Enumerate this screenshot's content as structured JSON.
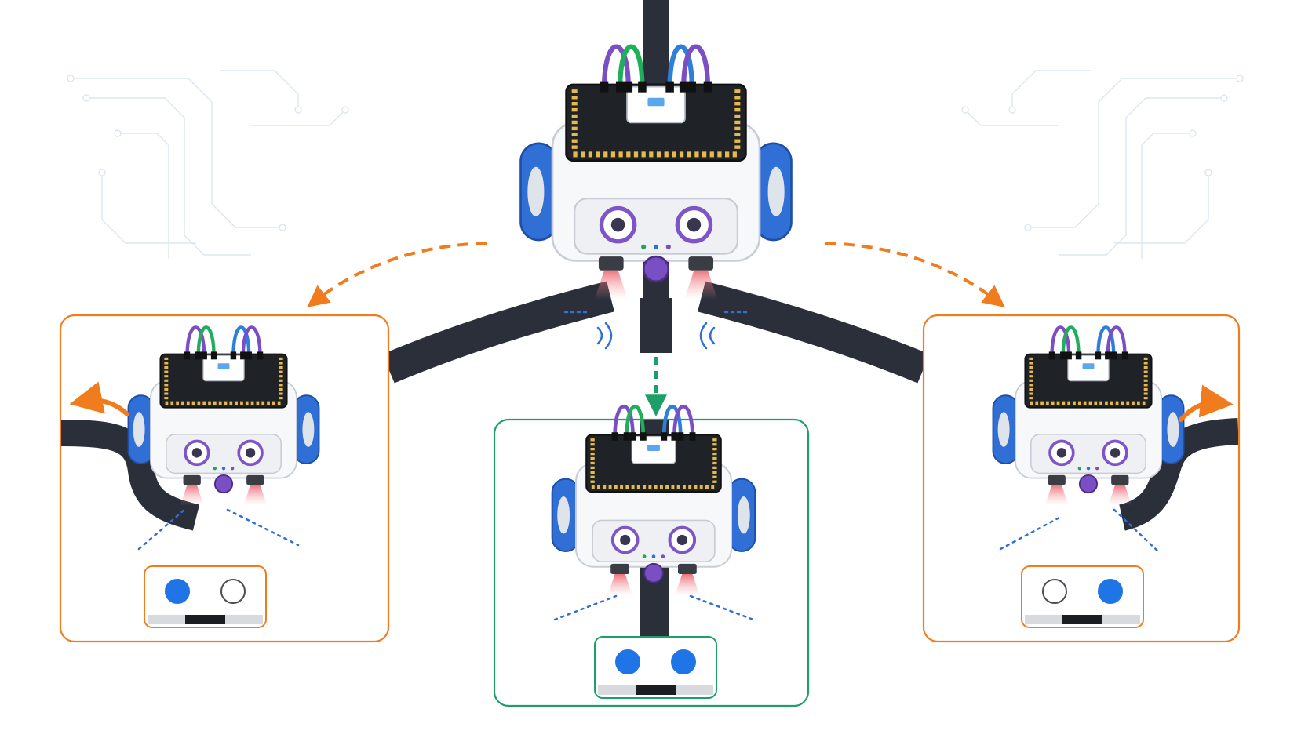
{
  "colors": {
    "track": "#2b2f3a",
    "turn_arrow": "#f07c1e",
    "forward_arrow": "#1f9e6a",
    "side_panel_border": "#f07c1e",
    "center_panel_border": "#1f9e6a",
    "wheel": "#2f6fd6",
    "wheel_hub": "#dfe4ea",
    "chassis": "#f7f8fa",
    "board": "#1f2226",
    "wire_purple": "#7b4fc4",
    "wire_green": "#1fae5a",
    "wire_blue": "#2d7fd8",
    "eye": "#7e55c9",
    "sensor_beam": "#f3a3a9",
    "signal": "#2f6fd6",
    "indicator_on": "#1f74e6",
    "indicator_off": "#ffffff"
  },
  "states": [
    {
      "id": "turn-left",
      "panel": "left",
      "turn_arrow": "left-arrow-icon",
      "indicators": [
        "on",
        "off"
      ]
    },
    {
      "id": "go-straight",
      "panel": "center",
      "turn_arrow": "down-arrow-icon",
      "indicators": [
        "on",
        "on"
      ]
    },
    {
      "id": "turn-right",
      "panel": "right",
      "turn_arrow": "right-arrow-icon",
      "indicators": [
        "off",
        "on"
      ]
    }
  ]
}
